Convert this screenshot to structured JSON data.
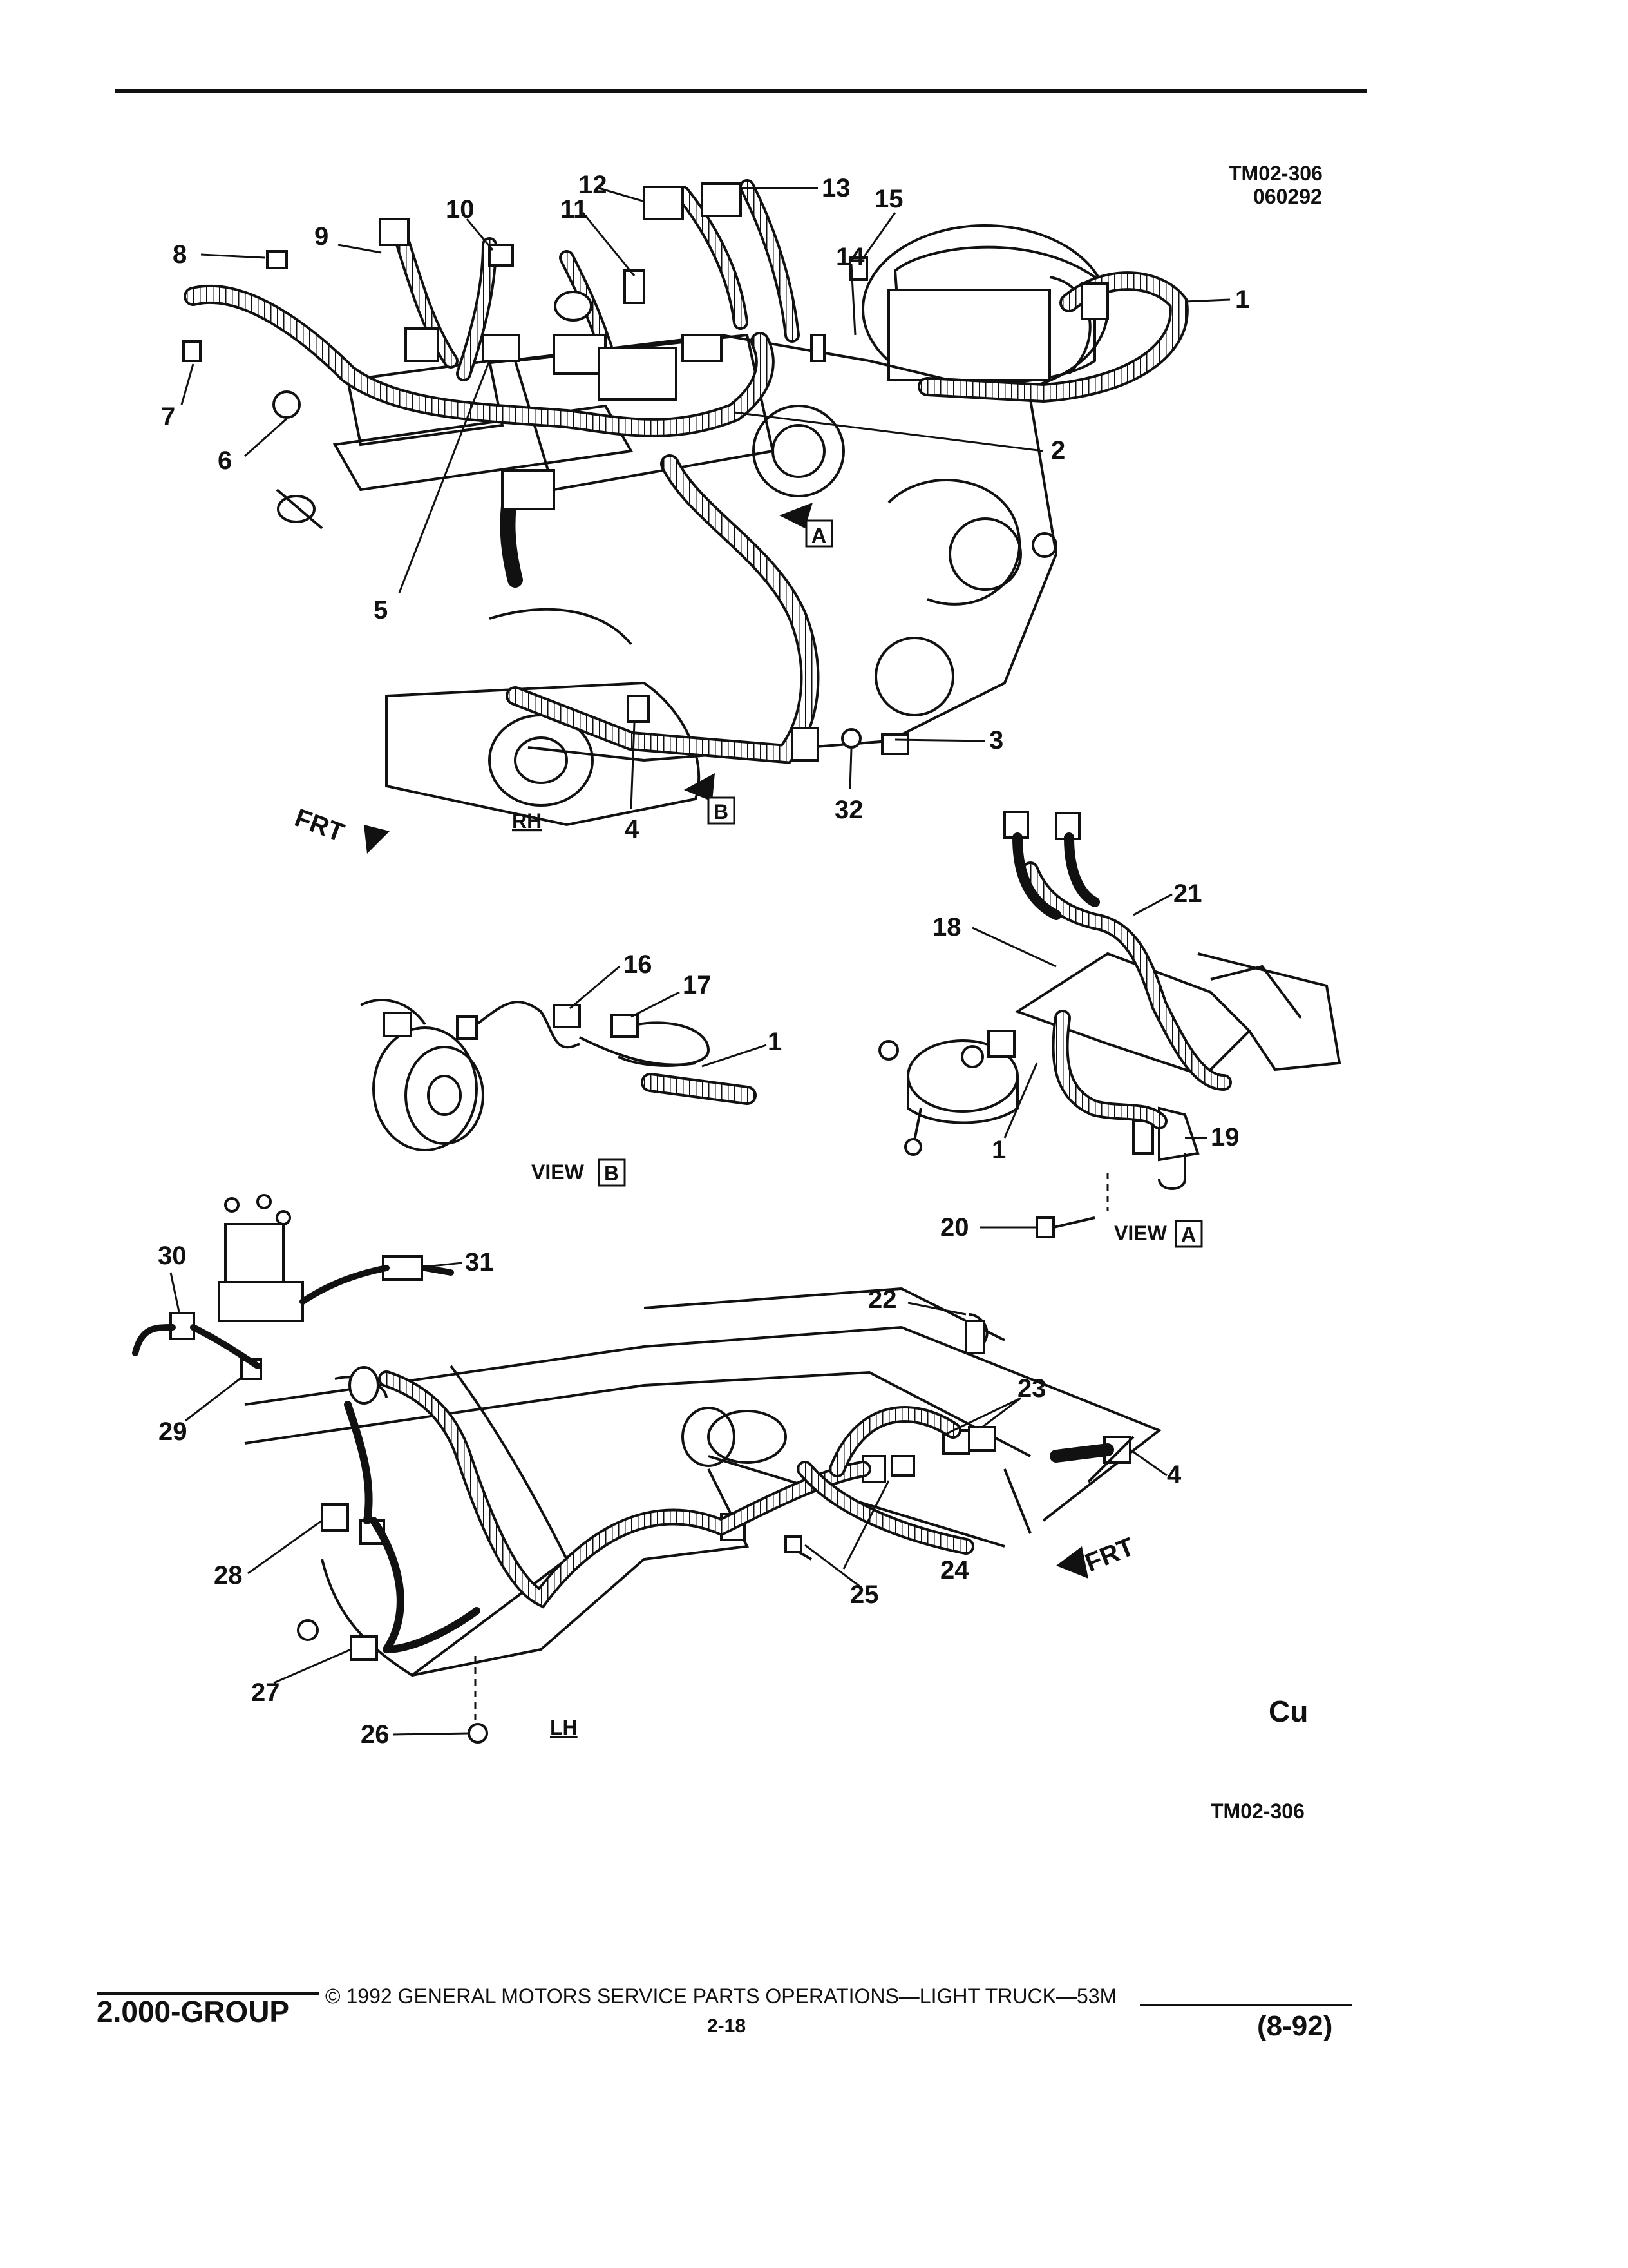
{
  "header": {
    "figure_code": "TM02-306",
    "figure_date": "060292"
  },
  "labels": {
    "c1": "1",
    "c2": "2",
    "c3": "3",
    "c4": "4",
    "c5": "5",
    "c6": "6",
    "c7": "7",
    "c8": "8",
    "c9": "9",
    "c10": "10",
    "c11": "11",
    "c12": "12",
    "c13": "13",
    "c14": "14",
    "c15": "15",
    "c16": "16",
    "c17": "17",
    "c18": "18",
    "c19": "19",
    "c20": "20",
    "c21": "21",
    "c22": "22",
    "c23": "23",
    "c24": "24",
    "c25": "25",
    "c26": "26",
    "c27": "27",
    "c28": "28",
    "c29": "29",
    "c30": "30",
    "c31": "31",
    "c32": "32"
  },
  "annotations": {
    "frt": "FRT",
    "rh": "RH",
    "lh": "LH",
    "view_prefix": "VIEW",
    "view_a_letter": "A",
    "view_b_letter": "B",
    "logo": "Cu"
  },
  "bottom_code": "TM02-306",
  "footer": {
    "group": "2.000-GROUP",
    "copyright": "© 1992 GENERAL MOTORS SERVICE PARTS OPERATIONS—LIGHT TRUCK—53M",
    "page": "2-18",
    "revision": "(8-92)"
  }
}
